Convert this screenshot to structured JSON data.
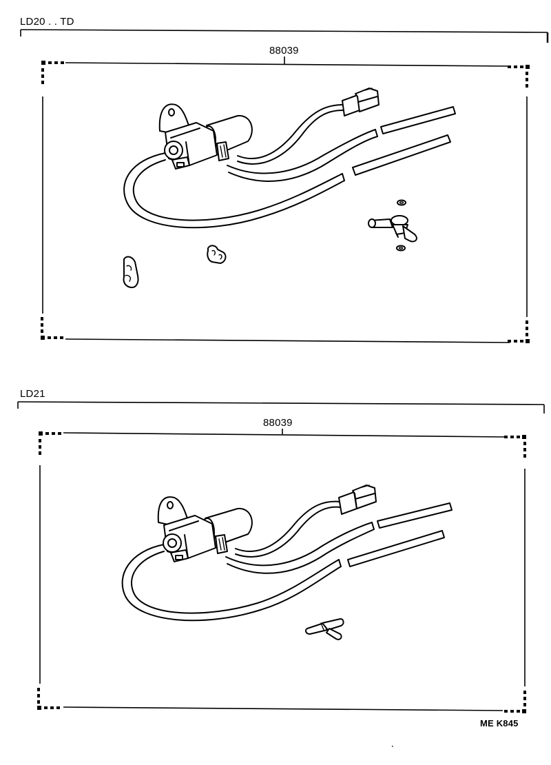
{
  "sections": [
    {
      "label": "LD20 . . TD",
      "part_number": "88039",
      "parts": [
        "vacuum-switching-valve",
        "vacuum-hose-1",
        "vacuum-hose-2",
        "wire-harness-connector",
        "hose-clamp-left",
        "hose-clamp-right",
        "vacuum-fitting",
        "gasket-top",
        "gasket-bottom"
      ]
    },
    {
      "label": "LD21",
      "part_number": "88039",
      "parts": [
        "vacuum-switching-valve",
        "vacuum-hose-1",
        "vacuum-hose-2",
        "wire-harness-connector",
        "y-joint"
      ]
    }
  ],
  "footer": {
    "drawing_code": "ME K845"
  },
  "colors": {
    "ink": "#000000",
    "paper": "#ffffff"
  }
}
